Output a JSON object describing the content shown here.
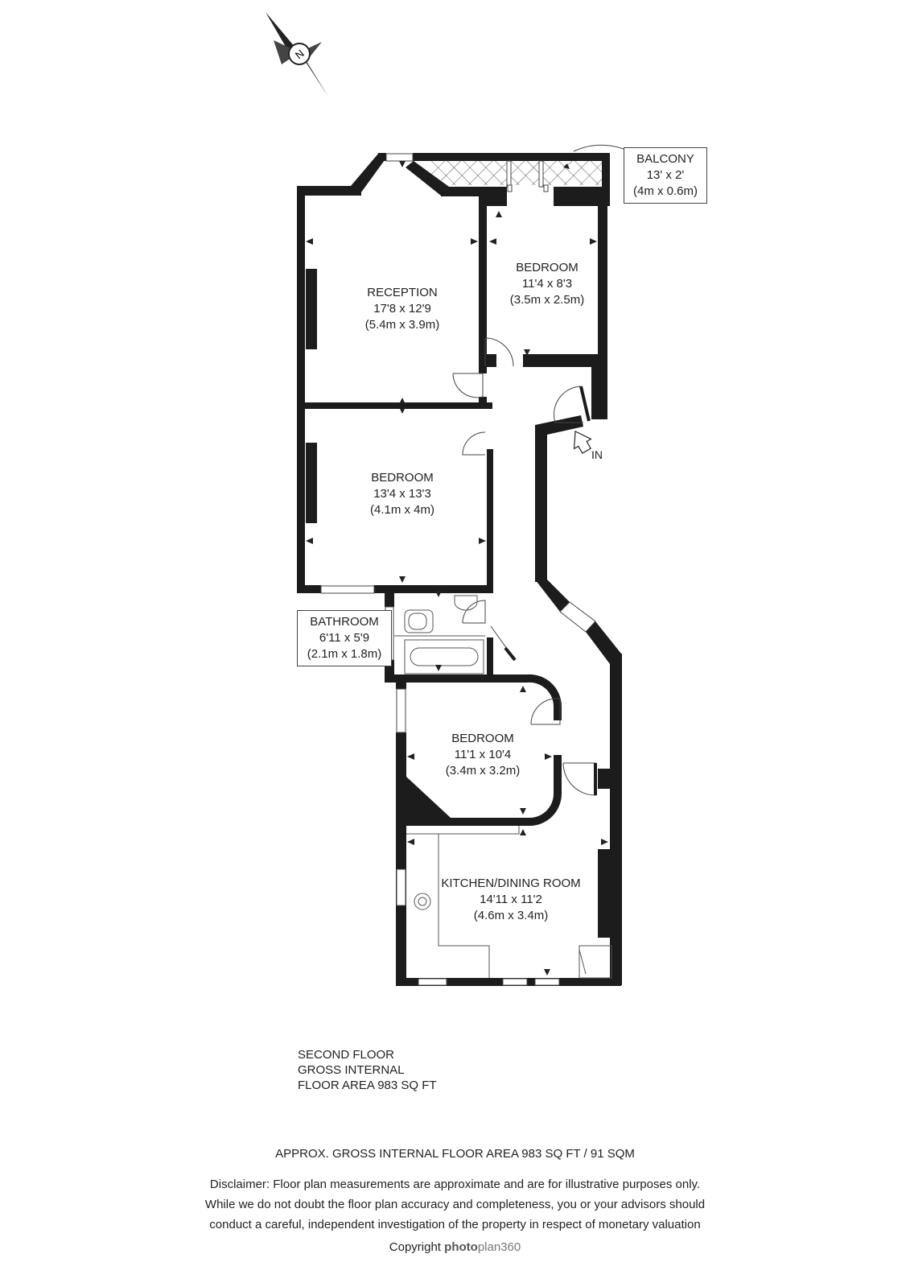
{
  "rooms": {
    "reception": {
      "name": "RECEPTION",
      "size_imperial": "17'8 x 12'9",
      "size_metric": "(5.4m x 3.9m)"
    },
    "bedroom_1": {
      "name": "BEDROOM",
      "size_imperial": "11'4 x 8'3",
      "size_metric": "(3.5m x 2.5m)"
    },
    "bedroom_2": {
      "name": "BEDROOM",
      "size_imperial": "13'4 x 13'3",
      "size_metric": "(4.1m x 4m)"
    },
    "bathroom": {
      "name": "BATHROOM",
      "size_imperial": "6'11 x 5'9",
      "size_metric": "(2.1m x 1.8m)"
    },
    "bedroom_3": {
      "name": "BEDROOM",
      "size_imperial": "11'1 x 10'4",
      "size_metric": "(3.4m x 3.2m)"
    },
    "kitchen": {
      "name": "KITCHEN/DINING ROOM",
      "size_imperial": "14'11 x 11'2",
      "size_metric": "(4.6m x 3.4m)"
    },
    "balcony": {
      "name": "BALCONY",
      "size_imperial": "13' x 2'",
      "size_metric": "(4m x 0.6m)"
    }
  },
  "entrance_label": "IN",
  "compass_label": "N",
  "floor_info": {
    "line1": "SECOND FLOOR",
    "line2": "GROSS INTERNAL",
    "line3": "FLOOR AREA 983 SQ FT"
  },
  "footer": {
    "area": "APPROX. GROSS INTERNAL FLOOR AREA 983 SQ FT / 91 SQM",
    "disclaimer_1": "Disclaimer: Floor plan measurements are approximate and are for illustrative purposes only.",
    "disclaimer_2": "While we do not doubt the floor plan accuracy and completeness, you or your advisors should",
    "disclaimer_3": "conduct a careful, independent investigation of the property in respect of monetary valuation",
    "copyright": "Copyright",
    "brand_bold": "photo",
    "brand_plan": "plan",
    "brand_num": "360"
  },
  "colors": {
    "wall": "#1c1c1c",
    "line": "#555555"
  }
}
